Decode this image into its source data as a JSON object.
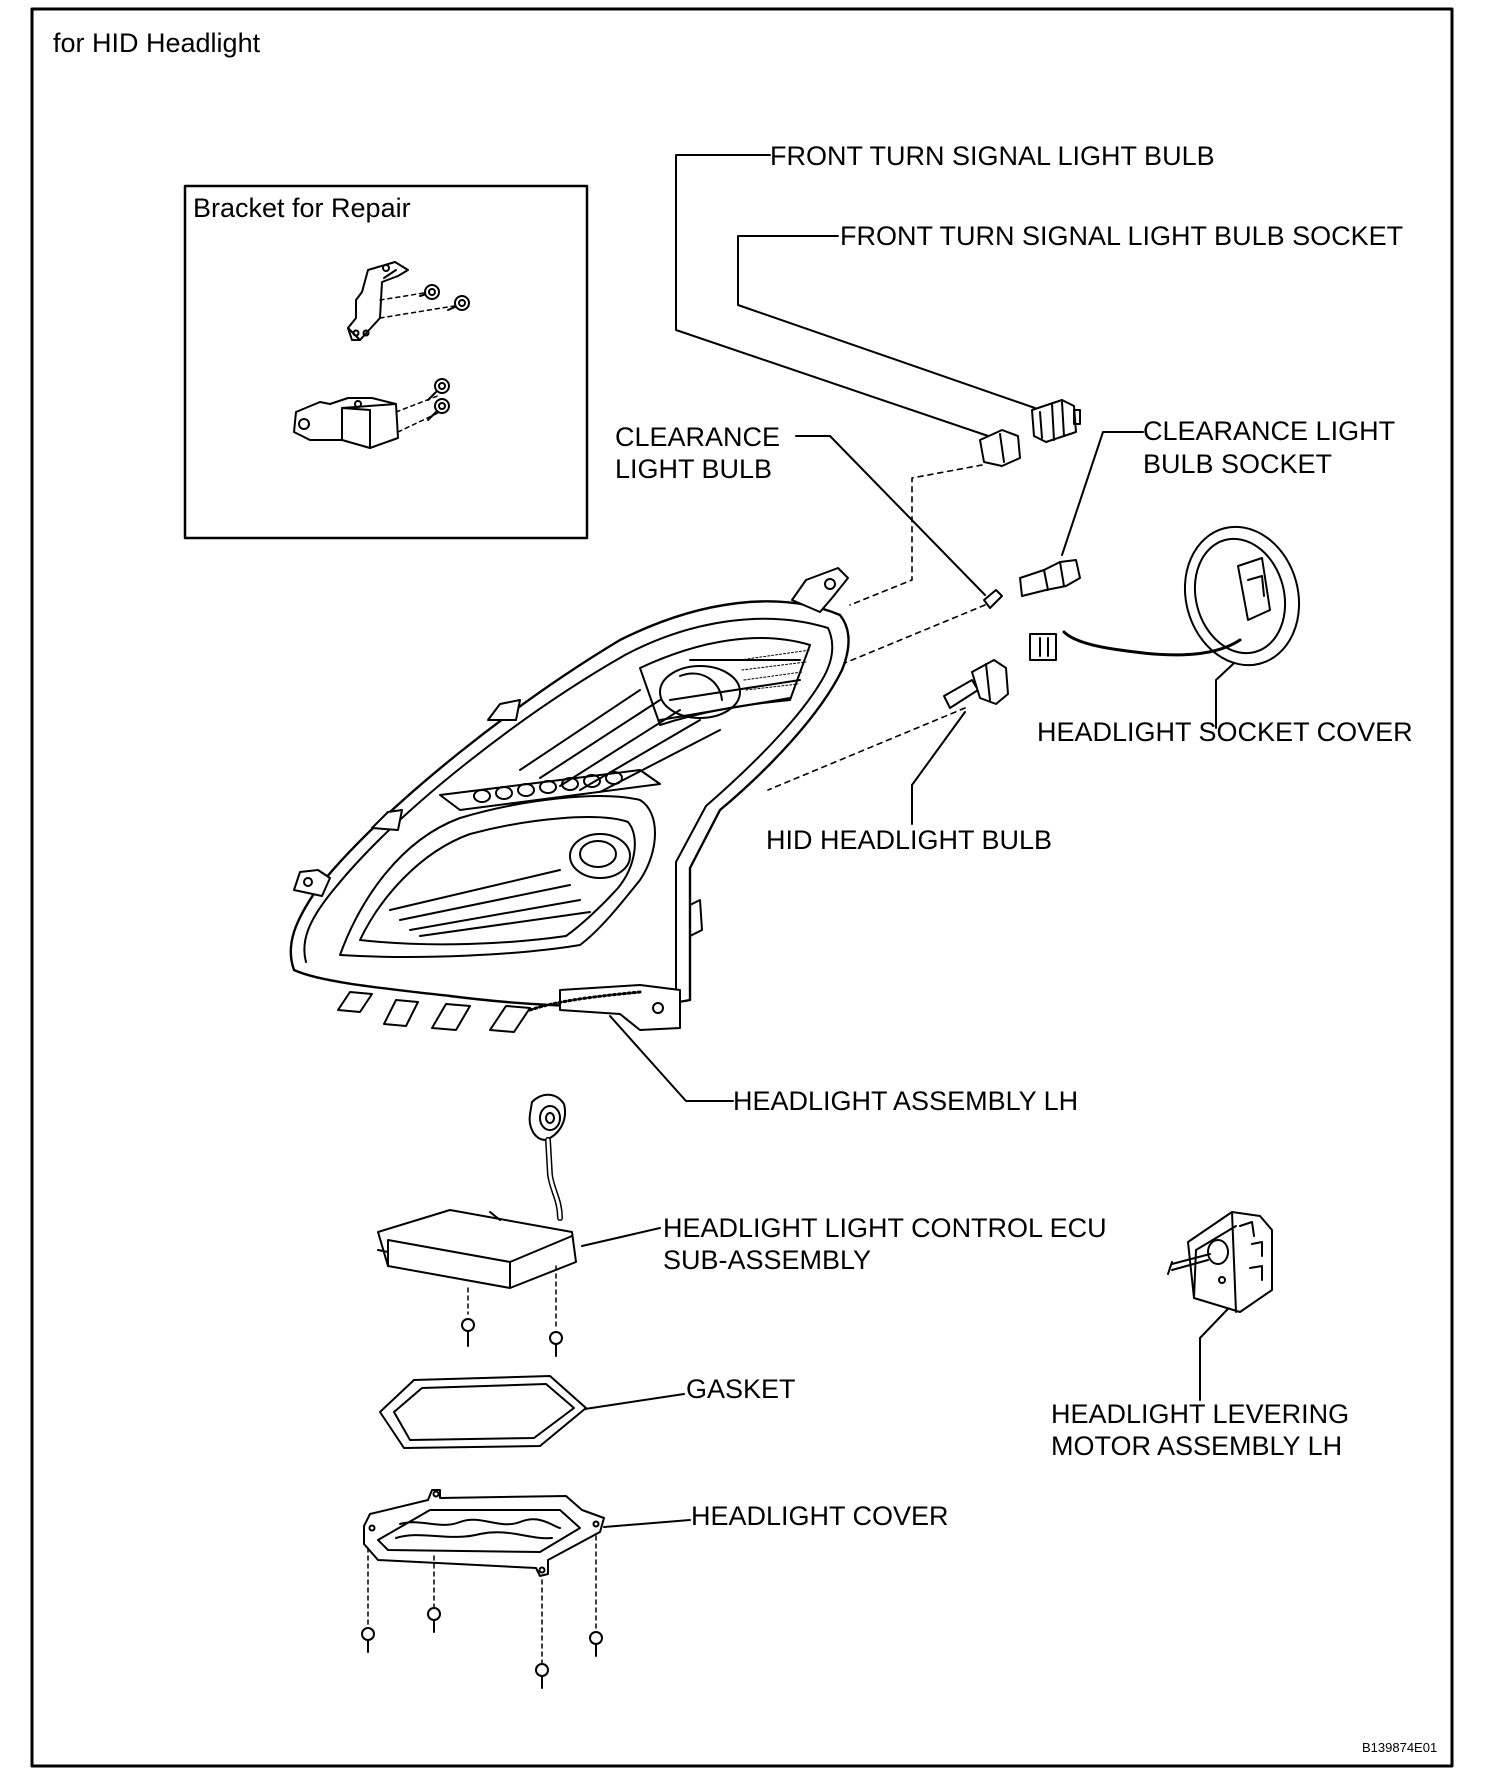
{
  "title": "for HID Headlight",
  "inset_title": "Bracket for Repair",
  "labels": {
    "front_turn_signal_bulb": "FRONT TURN SIGNAL LIGHT BULB",
    "front_turn_signal_socket": "FRONT TURN SIGNAL LIGHT BULB SOCKET",
    "clearance_bulb_1": "CLEARANCE",
    "clearance_bulb_2": "LIGHT BULB",
    "clearance_socket_1": "CLEARANCE LIGHT",
    "clearance_socket_2": "BULB SOCKET",
    "socket_cover": "HEADLIGHT SOCKET COVER",
    "hid_bulb": "HID HEADLIGHT BULB",
    "assembly": "HEADLIGHT ASSEMBLY LH",
    "ecu_1": "HEADLIGHT LIGHT CONTROL ECU",
    "ecu_2": "SUB-ASSEMBLY",
    "gasket": "GASKET",
    "cover": "HEADLIGHT COVER",
    "motor_1": "HEADLIGHT LEVERING",
    "motor_2": "MOTOR ASSEMBLY LH"
  },
  "figure_code": "B139874E01"
}
